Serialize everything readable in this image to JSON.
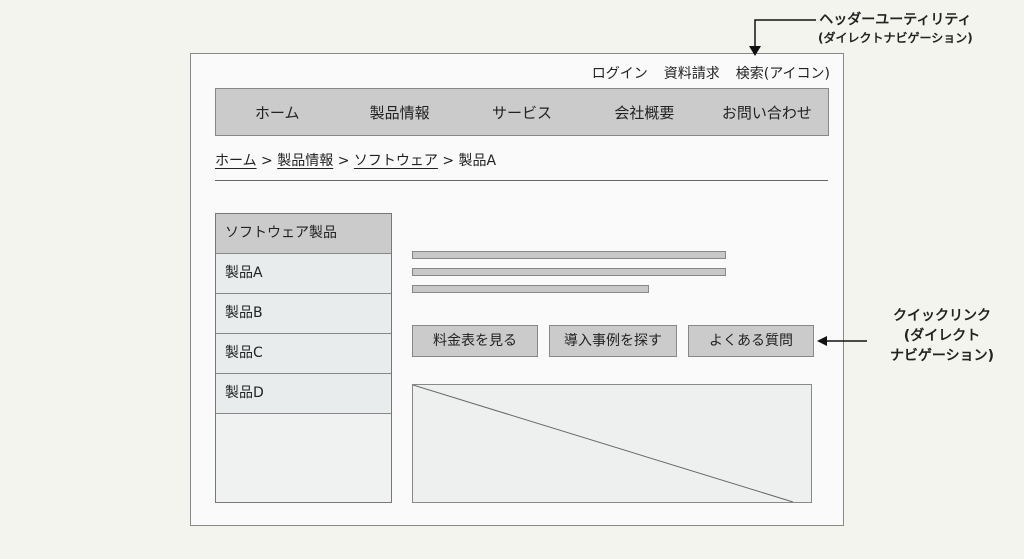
{
  "utility": {
    "items": [
      "ログイン",
      "資料請求",
      "検索(アイコン)"
    ]
  },
  "nav": {
    "items": [
      "ホーム",
      "製品情報",
      "サービス",
      "会社概要",
      "お問い合わせ"
    ]
  },
  "breadcrumb": {
    "items": [
      "ホーム",
      "製品情報",
      "ソフトウェア",
      "製品A"
    ],
    "sep": ">"
  },
  "sidebar": {
    "title": "ソフトウェア製品",
    "items": [
      "製品A",
      "製品B",
      "製品C",
      "製品D"
    ]
  },
  "quicklinks": [
    "料金表を見る",
    "導入事例を探す",
    "よくある質問"
  ],
  "annotations": {
    "header_title": "ヘッダーユーティリティ",
    "header_sub": "(ダイレクトナビゲーション)",
    "quick_title": "クイックリンク",
    "quick_sub1": "(ダイレクト",
    "quick_sub2": "ナビゲーション)"
  }
}
